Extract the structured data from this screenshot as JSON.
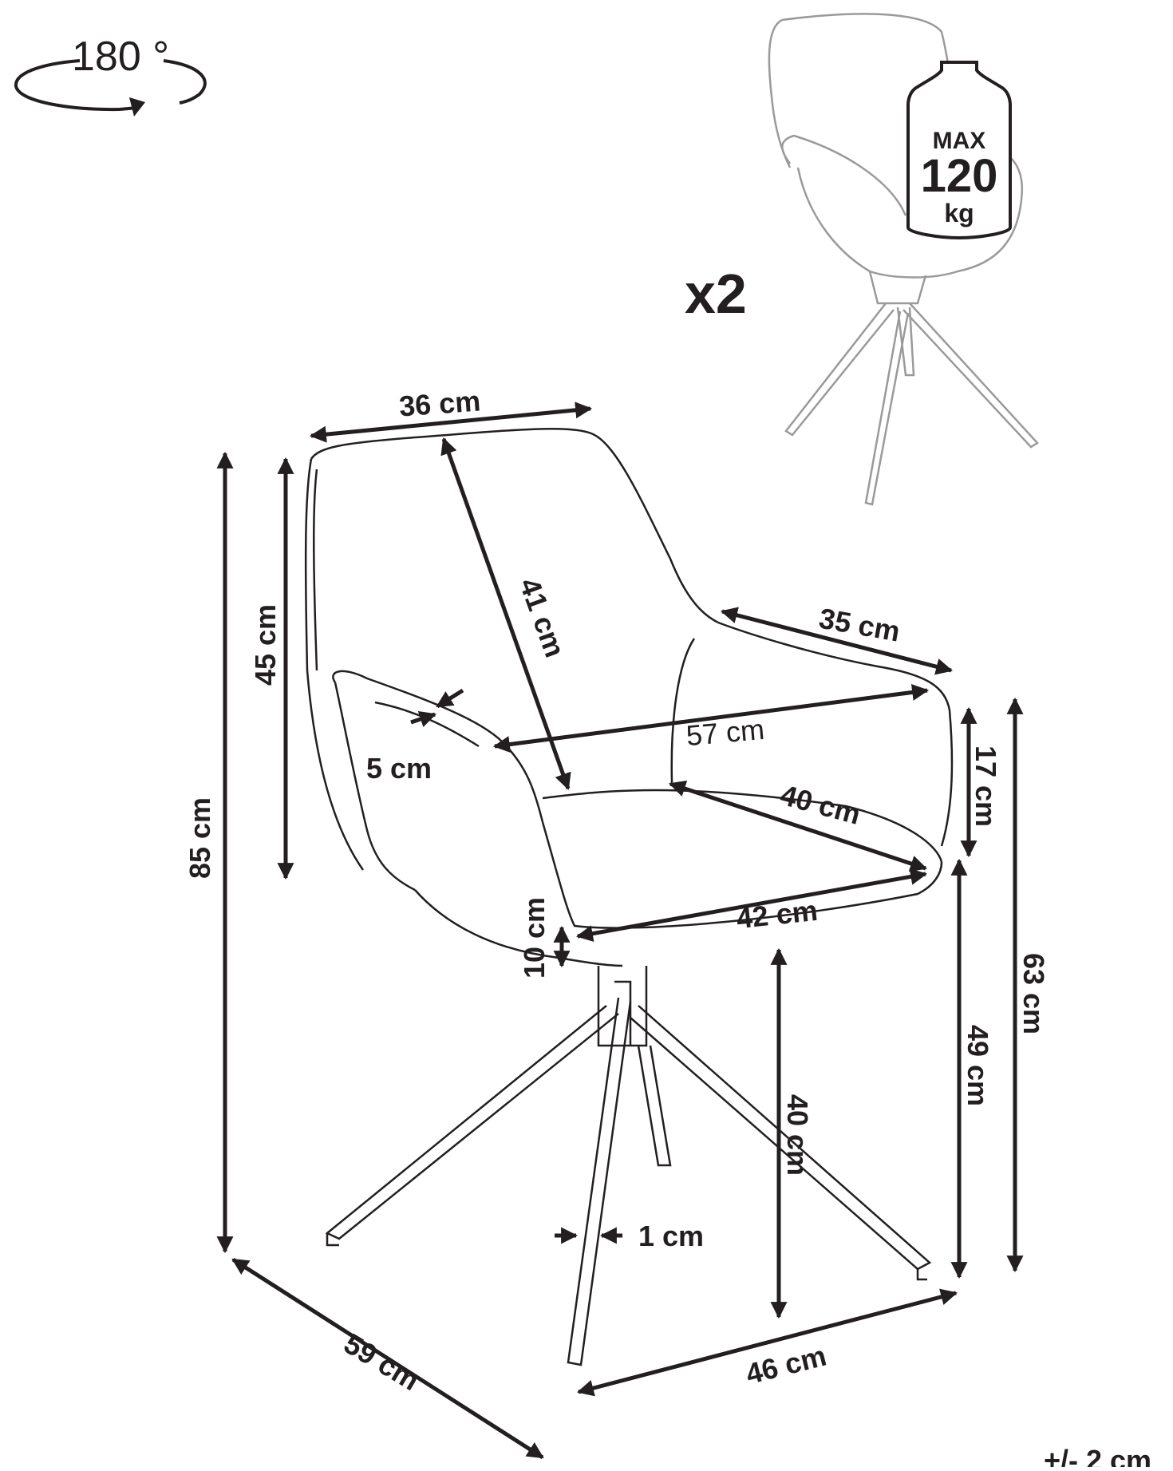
{
  "rotation": {
    "label": "180 °",
    "icon": "rotate-icon"
  },
  "weight_badge": {
    "max": "MAX",
    "value": "120",
    "unit": "kg",
    "icon": "weight-icon"
  },
  "quantity": "x2",
  "tolerance": "+/- 2 cm",
  "colors": {
    "ink": "#231f20",
    "faint": "#9a9a9a"
  },
  "dimensions": {
    "backrest_width": "36 cm",
    "backrest_height": "41 cm",
    "back_height": "45 cm",
    "total_height": "85 cm",
    "armrest_depth": "35 cm",
    "armrest_thickness": "5 cm",
    "total_width": "57 cm",
    "armrest_height": "17 cm",
    "seat_depth": "40 cm",
    "seat_width": "42 cm",
    "seat_thickness": "10 cm",
    "seat_height_front": "49 cm",
    "armrest_floor_height": "63 cm",
    "seat_floor_height": "40 cm",
    "leg_width": "1 cm",
    "base_depth": "59 cm",
    "base_width": "46 cm"
  }
}
